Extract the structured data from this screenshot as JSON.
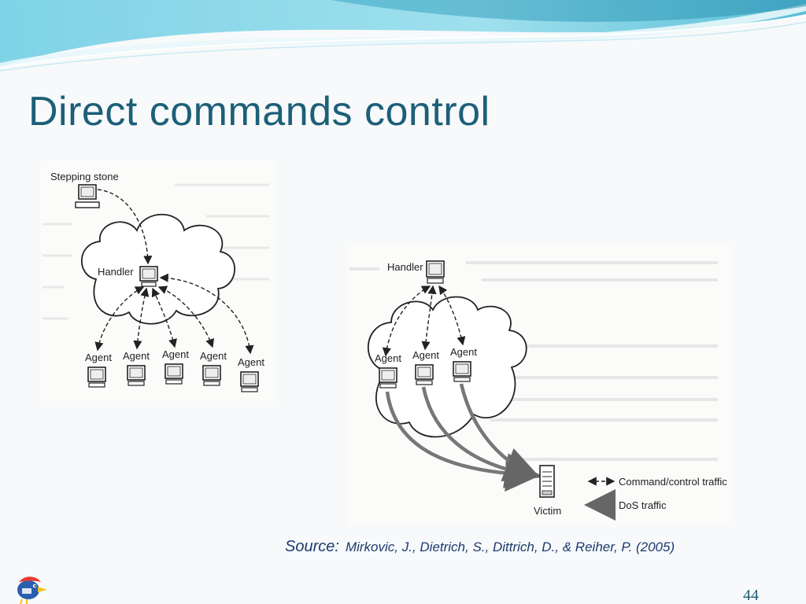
{
  "slide": {
    "title": "Direct commands control",
    "page_number": "44"
  },
  "figure_left": {
    "stepping_stone_label": "Stepping stone",
    "handler_label": "Handler",
    "agent_labels": [
      "Agent",
      "Agent",
      "Agent",
      "Agent",
      "Agent"
    ]
  },
  "figure_right": {
    "handler_label": "Handler",
    "agent_labels": [
      "Agent",
      "Agent",
      "Agent"
    ],
    "victim_label": "Victim",
    "legend": {
      "command_traffic": "Command/control traffic",
      "dos_traffic": "DoS traffic"
    }
  },
  "source": {
    "label": "Source:",
    "citation": "Mirkovic, J., Dietrich, S., Dittrich, D., & Reiher, P. (2005)"
  },
  "colors": {
    "title": "#1c5f78",
    "accent_teal": "#5bbfd6",
    "citation": "#1c3a6e"
  }
}
